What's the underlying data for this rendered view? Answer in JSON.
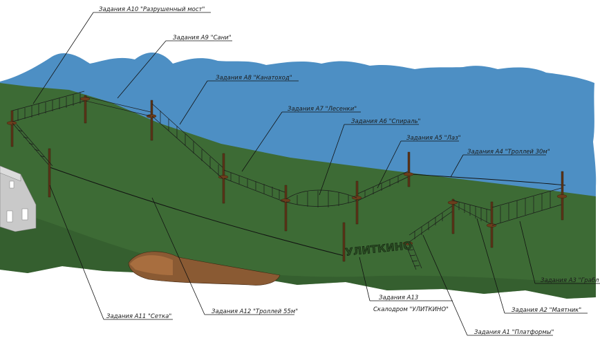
{
  "labels": {
    "a10": "Задания А10 \"Разрушенный мост\"",
    "a9": "Задания А9 \"Сани\"",
    "a8": "Задания А8 \"Канатоход\"",
    "a7": "Задания А7 \"Лесенки\"",
    "a6": "Задания А6 \"Спираль\"",
    "a5": "Задания А5 \"Лаз\"",
    "a4": "Задания А4 \"Троллей 30м\"",
    "a3": "Задания А3 \"Грабл",
    "a2": "Задания А2 \"Маятник\"",
    "a1": "Задания А1 \"Платформы\"",
    "a13_line1": "Задания А13",
    "a13_line2": "Скалодром \"УЛИТКИНО\"",
    "a12": "Задания А12 \"Троллей 55м\"",
    "a11": "Задания А11 \"Сетка\""
  },
  "sign": "УЛИТКИНО",
  "colors": {
    "water": "#4d8fc4",
    "grass": "#3d6b35",
    "grass_dark": "#2f5529",
    "wood": "#5a3418",
    "pit": "#8a5a33",
    "building": "#c9c9c9"
  }
}
